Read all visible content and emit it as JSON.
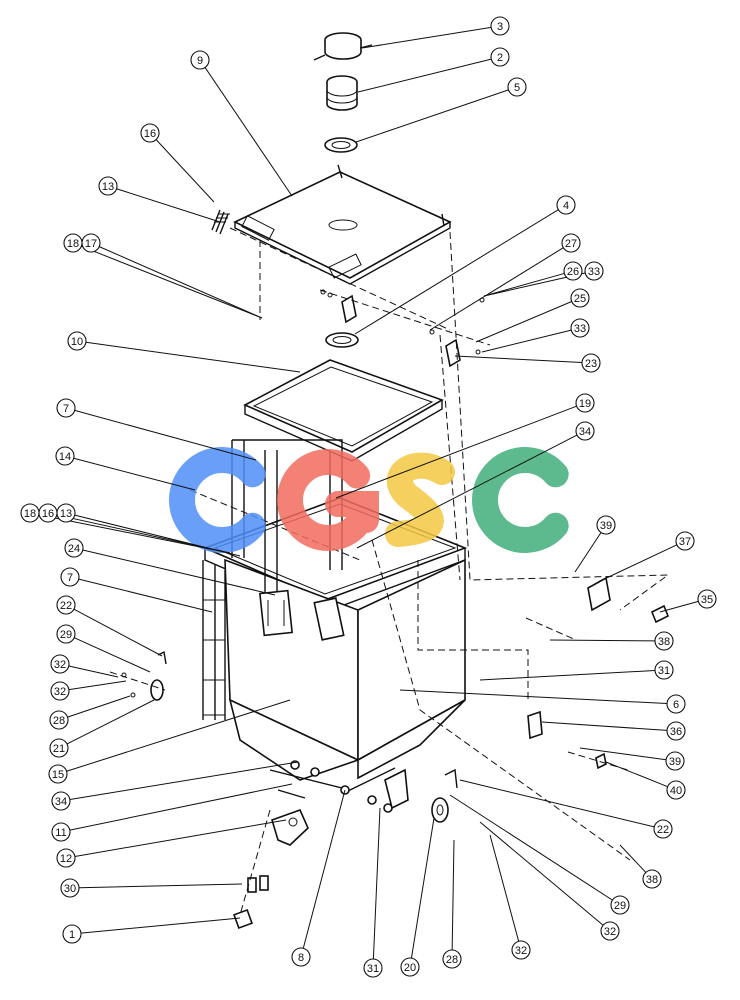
{
  "diagram": {
    "watermark": {
      "letters": [
        "C",
        "G",
        "S",
        "C"
      ],
      "colors": [
        "#4f8ef7",
        "#f26b5e",
        "#f5c842",
        "#3fae7a"
      ]
    },
    "callouts": [
      {
        "label": "3"
      },
      {
        "label": "2"
      },
      {
        "label": "5"
      },
      {
        "label": "9"
      },
      {
        "label": "16"
      },
      {
        "label": "13"
      },
      {
        "label": "18"
      },
      {
        "label": "17"
      },
      {
        "label": "4"
      },
      {
        "label": "27"
      },
      {
        "label": "26"
      },
      {
        "label": "33"
      },
      {
        "label": "25"
      },
      {
        "label": "33"
      },
      {
        "label": "23"
      },
      {
        "label": "10"
      },
      {
        "label": "19"
      },
      {
        "label": "7"
      },
      {
        "label": "34"
      },
      {
        "label": "14"
      },
      {
        "label": "18"
      },
      {
        "label": "16"
      },
      {
        "label": "13"
      },
      {
        "label": "24"
      },
      {
        "label": "39"
      },
      {
        "label": "37"
      },
      {
        "label": "7"
      },
      {
        "label": "35"
      },
      {
        "label": "22"
      },
      {
        "label": "38"
      },
      {
        "label": "29"
      },
      {
        "label": "32"
      },
      {
        "label": "31"
      },
      {
        "label": "32"
      },
      {
        "label": "6"
      },
      {
        "label": "28"
      },
      {
        "label": "36"
      },
      {
        "label": "21"
      },
      {
        "label": "39"
      },
      {
        "label": "15"
      },
      {
        "label": "40"
      },
      {
        "label": "34"
      },
      {
        "label": "22"
      },
      {
        "label": "11"
      },
      {
        "label": "12"
      },
      {
        "label": "38"
      },
      {
        "label": "30"
      },
      {
        "label": "29"
      },
      {
        "label": "32"
      },
      {
        "label": "1"
      },
      {
        "label": "32"
      },
      {
        "label": "8"
      },
      {
        "label": "31"
      },
      {
        "label": "20"
      },
      {
        "label": "28"
      }
    ]
  }
}
